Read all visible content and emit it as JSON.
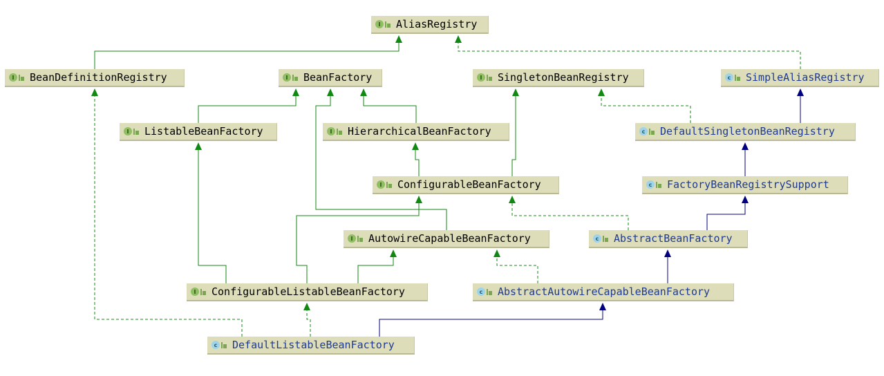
{
  "nodes": [
    {
      "id": "AliasRegistry",
      "name": "AliasRegistry",
      "kind": "interface"
    },
    {
      "id": "BeanDefinitionRegistry",
      "name": "BeanDefinitionRegistry",
      "kind": "interface"
    },
    {
      "id": "BeanFactory",
      "name": "BeanFactory",
      "kind": "interface"
    },
    {
      "id": "SingletonBeanRegistry",
      "name": "SingletonBeanRegistry",
      "kind": "interface"
    },
    {
      "id": "SimpleAliasRegistry",
      "name": "SimpleAliasRegistry",
      "kind": "class"
    },
    {
      "id": "ListableBeanFactory",
      "name": "ListableBeanFactory",
      "kind": "interface"
    },
    {
      "id": "HierarchicalBeanFactory",
      "name": "HierarchicalBeanFactory",
      "kind": "interface"
    },
    {
      "id": "DefaultSingletonBeanRegistry",
      "name": "DefaultSingletonBeanRegistry",
      "kind": "class"
    },
    {
      "id": "ConfigurableBeanFactory",
      "name": "ConfigurableBeanFactory",
      "kind": "interface"
    },
    {
      "id": "FactoryBeanRegistrySupport",
      "name": "FactoryBeanRegistrySupport",
      "kind": "class"
    },
    {
      "id": "AutowireCapableBeanFactory",
      "name": "AutowireCapableBeanFactory",
      "kind": "interface"
    },
    {
      "id": "AbstractBeanFactory",
      "name": "AbstractBeanFactory",
      "kind": "class"
    },
    {
      "id": "ConfigurableListableBeanFactory",
      "name": "ConfigurableListableBeanFactory",
      "kind": "interface"
    },
    {
      "id": "AbstractAutowireCapableBeanFactory",
      "name": "AbstractAutowireCapableBeanFactory",
      "kind": "class"
    },
    {
      "id": "DefaultListableBeanFactory",
      "name": "DefaultListableBeanFactory",
      "kind": "class"
    }
  ],
  "edges": [
    {
      "from": "BeanDefinitionRegistry",
      "to": "AliasRegistry",
      "type": "extends"
    },
    {
      "from": "SimpleAliasRegistry",
      "to": "AliasRegistry",
      "type": "implements"
    },
    {
      "from": "ListableBeanFactory",
      "to": "BeanFactory",
      "type": "extends"
    },
    {
      "from": "HierarchicalBeanFactory",
      "to": "BeanFactory",
      "type": "extends"
    },
    {
      "from": "AutowireCapableBeanFactory",
      "to": "BeanFactory",
      "type": "extends"
    },
    {
      "from": "DefaultSingletonBeanRegistry",
      "to": "SingletonBeanRegistry",
      "type": "implements"
    },
    {
      "from": "DefaultSingletonBeanRegistry",
      "to": "SimpleAliasRegistry",
      "type": "class-extends"
    },
    {
      "from": "ConfigurableBeanFactory",
      "to": "HierarchicalBeanFactory",
      "type": "extends"
    },
    {
      "from": "ConfigurableBeanFactory",
      "to": "SingletonBeanRegistry",
      "type": "extends"
    },
    {
      "from": "FactoryBeanRegistrySupport",
      "to": "DefaultSingletonBeanRegistry",
      "type": "class-extends"
    },
    {
      "from": "AbstractBeanFactory",
      "to": "FactoryBeanRegistrySupport",
      "type": "class-extends"
    },
    {
      "from": "AbstractBeanFactory",
      "to": "ConfigurableBeanFactory",
      "type": "implements"
    },
    {
      "from": "ConfigurableListableBeanFactory",
      "to": "ListableBeanFactory",
      "type": "extends"
    },
    {
      "from": "ConfigurableListableBeanFactory",
      "to": "ConfigurableBeanFactory",
      "type": "extends"
    },
    {
      "from": "ConfigurableListableBeanFactory",
      "to": "AutowireCapableBeanFactory",
      "type": "extends"
    },
    {
      "from": "AbstractAutowireCapableBeanFactory",
      "to": "AbstractBeanFactory",
      "type": "class-extends"
    },
    {
      "from": "AbstractAutowireCapableBeanFactory",
      "to": "AutowireCapableBeanFactory",
      "type": "implements"
    },
    {
      "from": "DefaultListableBeanFactory",
      "to": "ConfigurableListableBeanFactory",
      "type": "implements"
    },
    {
      "from": "DefaultListableBeanFactory",
      "to": "BeanDefinitionRegistry",
      "type": "implements"
    },
    {
      "from": "DefaultListableBeanFactory",
      "to": "AbstractAutowireCapableBeanFactory",
      "type": "class-extends"
    }
  ],
  "colors": {
    "interface_edge": "#118811",
    "class_edge": "#000080",
    "node_fill": "#ddddb9",
    "class_label": "#1f3a93"
  },
  "icons": {
    "interface": "interface-icon",
    "class": "class-icon",
    "visibility": "public-visibility-icon"
  }
}
